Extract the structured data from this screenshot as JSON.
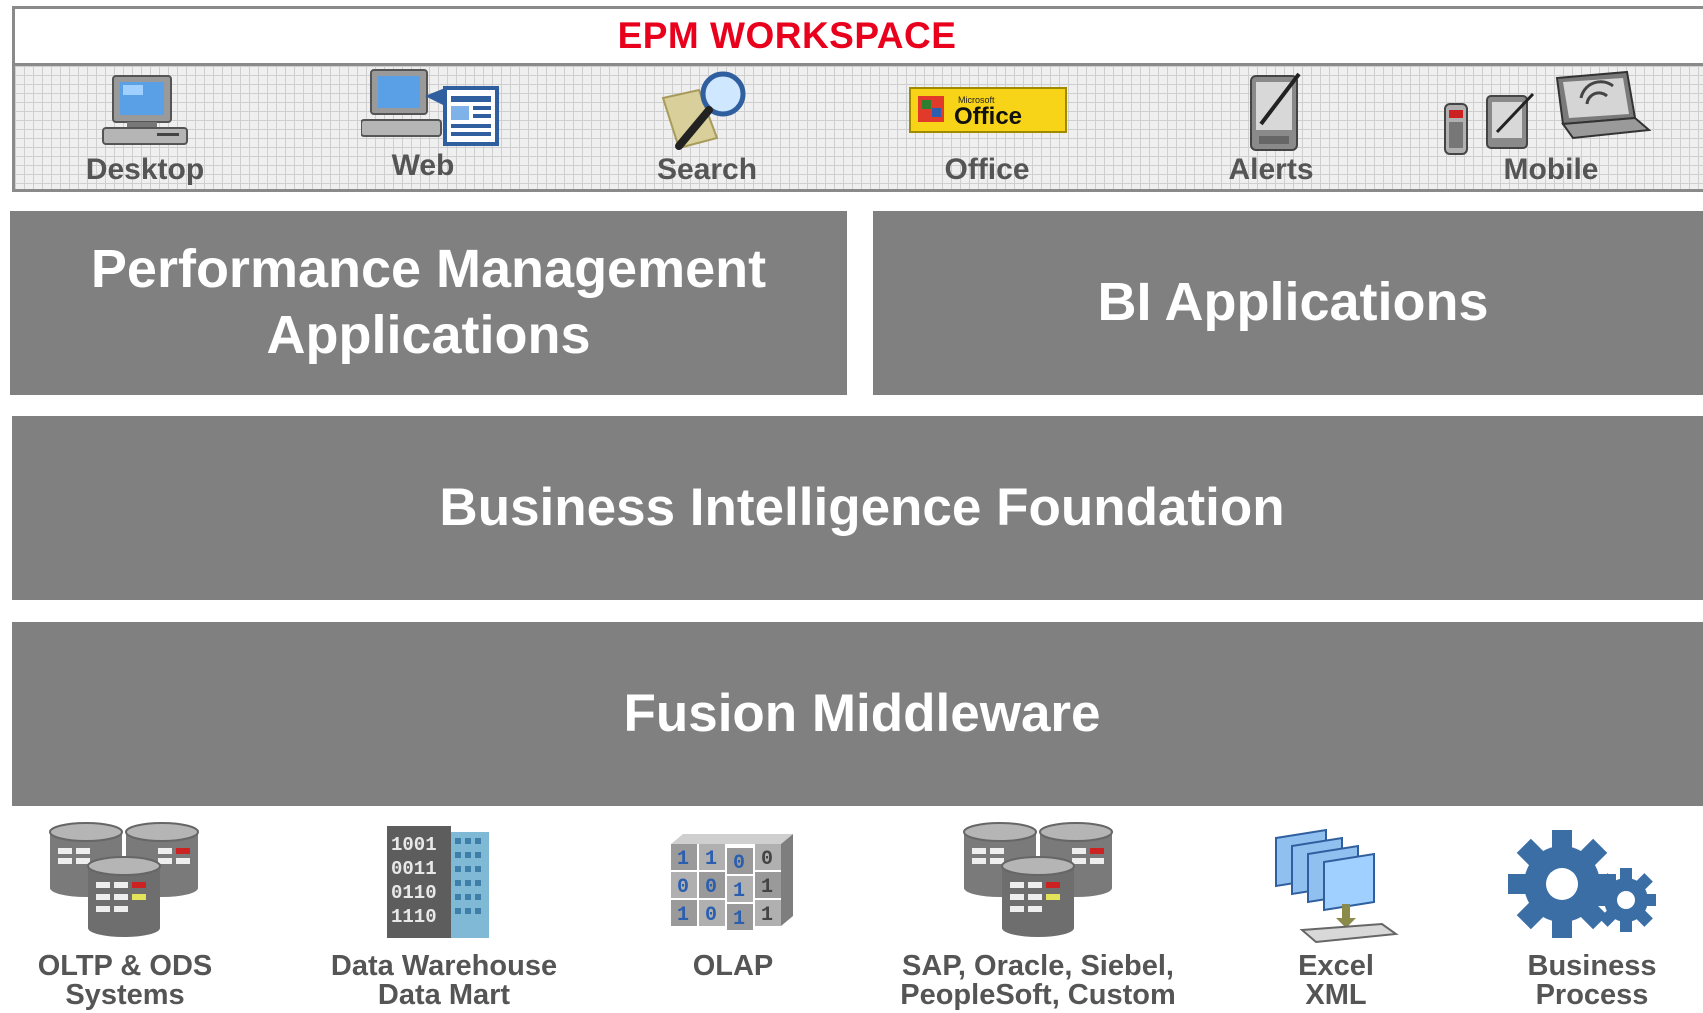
{
  "workspace": {
    "title": "EPM WORKSPACE",
    "title_color": "#e8001c",
    "channels": [
      {
        "label": "Desktop",
        "icon": "desktop-computer-icon"
      },
      {
        "label": "Web",
        "icon": "web-browser-computer-icon"
      },
      {
        "label": "Search",
        "icon": "magnifier-folder-icon"
      },
      {
        "label": "Office",
        "icon": "microsoft-office-logo-icon",
        "logo_text": "Microsoft Office"
      },
      {
        "label": "Alerts",
        "icon": "pda-alert-icon"
      },
      {
        "label": "Mobile",
        "icon": "mobile-devices-icon"
      }
    ]
  },
  "layers": {
    "performance_management": [
      "Performance Management",
      "Applications"
    ],
    "bi_applications": "BI Applications",
    "bi_foundation": "Business Intelligence Foundation",
    "fusion_middleware": "Fusion Middleware"
  },
  "sources": [
    {
      "lines": [
        "OLTP & ODS",
        "Systems"
      ],
      "icon": "database-cluster-icon"
    },
    {
      "lines": [
        "Data Warehouse",
        "Data Mart"
      ],
      "icon": "binary-building-icon"
    },
    {
      "lines": [
        "OLAP",
        ""
      ],
      "icon": "olap-cube-icon"
    },
    {
      "lines": [
        "SAP, Oracle, Siebel,",
        "PeopleSoft, Custom"
      ],
      "icon": "database-cluster-icon"
    },
    {
      "lines": [
        "Excel",
        "XML"
      ],
      "icon": "document-folders-icon"
    },
    {
      "lines": [
        "Business",
        "Process"
      ],
      "icon": "gears-icon"
    }
  ],
  "colors": {
    "layer_gray": "#808080",
    "label_gray": "#555555",
    "gear_blue": "#3a6ea5"
  }
}
